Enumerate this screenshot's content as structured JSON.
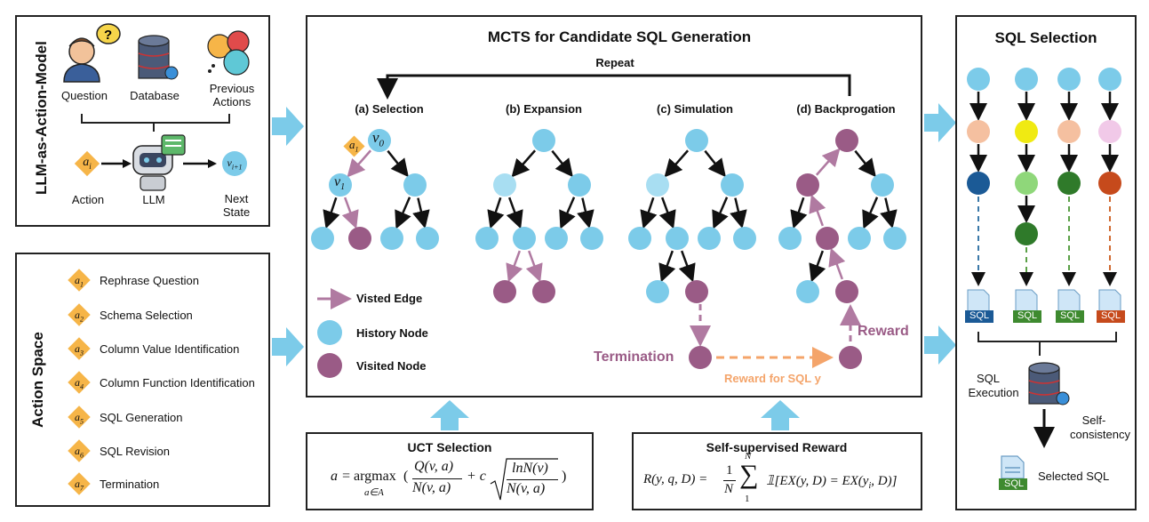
{
  "llm_panel": {
    "title": "LLM-as-Action-Model",
    "question_label": "Question",
    "database_label": "Database",
    "previous_actions_label_1": "Previous",
    "previous_actions_label_2": "Actions",
    "action_label": "Action",
    "llm_label": "LLM",
    "next_state_label_1": "Next",
    "next_state_label_2": "State",
    "action_symbol": "a",
    "action_sub": "i",
    "state_symbol": "v",
    "state_sub": "i+1"
  },
  "action_space": {
    "title": "Action Space",
    "items": [
      {
        "sub": "1",
        "label": "Rephrase Question"
      },
      {
        "sub": "2",
        "label": "Schema Selection"
      },
      {
        "sub": "3",
        "label": "Column Value Identification"
      },
      {
        "sub": "4",
        "label": "Column Function Identification"
      },
      {
        "sub": "5",
        "label": "SQL Generation"
      },
      {
        "sub": "6",
        "label": "SQL Revision"
      },
      {
        "sub": "7",
        "label": "Termination"
      }
    ]
  },
  "mcts": {
    "title": "MCTS for Candidate SQL Generation",
    "repeat_label": "Repeat",
    "stages": [
      "(a) Selection",
      "(b) Expansion",
      "(c) Simulation",
      "(d) Backprogation"
    ],
    "legend": {
      "visited_edge": "Visted Edge",
      "history_node": "History Node",
      "visited_node": "Visited Node"
    },
    "termination_label": "Termination",
    "reward_label": "Reward",
    "reward_for_sql_label": "Reward for SQL y",
    "v0": "v",
    "v0_sub": "0",
    "v1": "v",
    "v1_sub": "1",
    "a1": "a",
    "a1_sub": "1"
  },
  "uct": {
    "title": "UCT Selection",
    "formula": "a = argmax( Q(v,a) / N(v,a) + c √( lnN(v) / N(v,a) ) )",
    "formula_parts": {
      "lhs": "a = ",
      "argmax": "argmax",
      "under": "a∈A",
      "q": "Q(v, a)",
      "n": "N(v, a)",
      "plus_c": "+ c",
      "ln": "lnN(v)",
      "n2": "N(v, a)",
      "open": "(",
      "close": ")"
    }
  },
  "reward": {
    "title": "Self-supervised Reward",
    "formula_parts": {
      "lhs": "R(y, q, D) =",
      "one": "1",
      "N": "N",
      "sum_top": "N",
      "sum_bottom": "1",
      "sigma": "∑",
      "body": "𝟙[EX(y, D) = EX(y",
      "body_sub": "i",
      "body_end": ", D)]"
    }
  },
  "sql_selection": {
    "title": "SQL Selection",
    "sql_badge": "SQL",
    "execution_label_1": "SQL",
    "execution_label_2": "Execution",
    "consistency_label_1": "Self-",
    "consistency_label_2": "consistency",
    "selected_label": "Selected SQL"
  },
  "colors": {
    "history_node": "#7ccbe9",
    "visited_node": "#9a5b86",
    "visited_edge": "#b07aa1",
    "action_diamond": "#f6b548",
    "reward_dashed": "#f4a46a",
    "arrow_block": "#7ccbe9"
  }
}
